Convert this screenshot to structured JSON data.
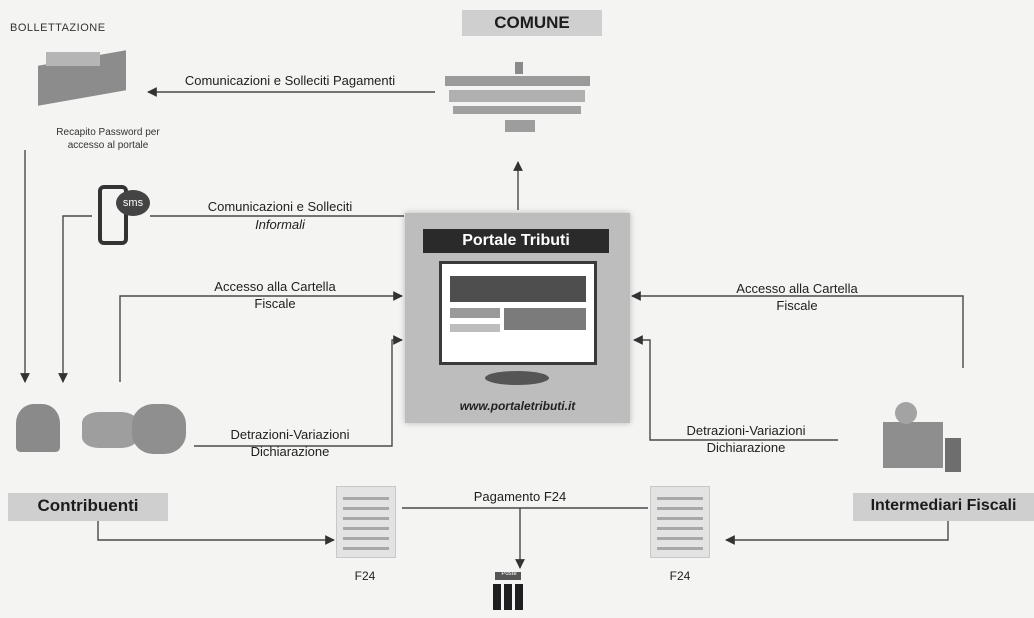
{
  "nodes": {
    "bollettazione": "BOLLETTAZIONE",
    "bollettazione_caption": "Recapito Password per accesso al portale",
    "comune": "COMUNE",
    "portale_title": "Portale Tributi",
    "portale_url": "www.portaletributi.it",
    "contribuenti": "Contribuenti",
    "intermediari": "Intermediari Fiscali",
    "f24_left": "F24",
    "f24_right": "F24",
    "bank_label": "Poste"
  },
  "edges": {
    "comunicazioni_solleciti": "Comunicazioni e Solleciti Pagamenti",
    "sms_comunicazioni": "Comunicazioni e Solleciti",
    "sms_informali": "Informali",
    "accesso_left": "Accesso alla Cartella Fiscale",
    "accesso_right": "Accesso alla Cartella Fiscale",
    "detrazioni_left": "Detrazioni-Variazioni Dichiarazione",
    "detrazioni_right": "Detrazioni-Variazioni Dichiarazione",
    "pagamento": "Pagamento F24"
  },
  "icons": {
    "sms_text": "sms"
  }
}
